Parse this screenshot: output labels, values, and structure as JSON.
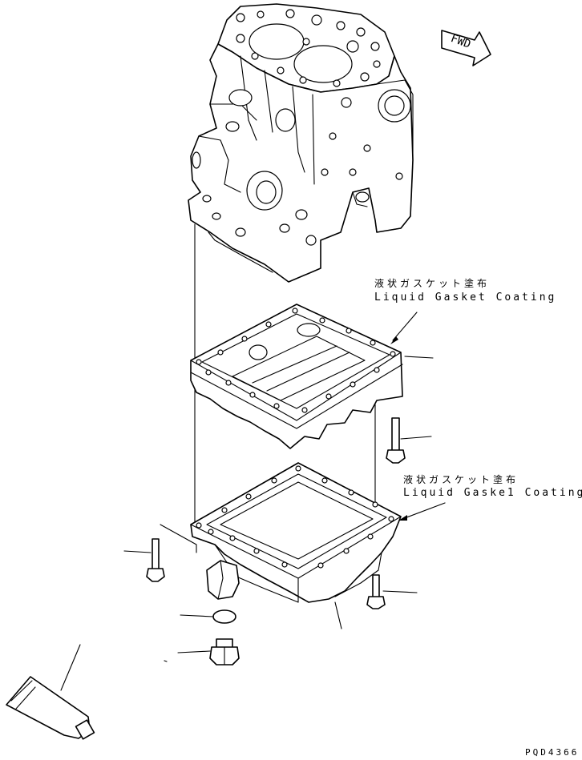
{
  "direction_label": "FWD",
  "notes": [
    {
      "jp": "液状ガスケット塗布",
      "en": "Liquid Gasket Coating"
    },
    {
      "jp": "液状ガスケット塗布",
      "en": "Liquid Gaske1 Coating"
    }
  ],
  "drawing_code": "PQD4366"
}
